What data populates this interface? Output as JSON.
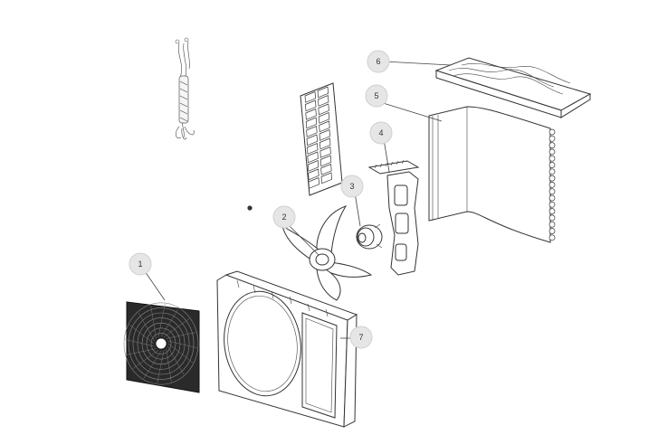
{
  "diagram": {
    "callouts": [
      {
        "id": "1",
        "label": "1"
      },
      {
        "id": "2",
        "label": "2"
      },
      {
        "id": "3",
        "label": "3"
      },
      {
        "id": "4",
        "label": "4"
      },
      {
        "id": "5",
        "label": "5"
      },
      {
        "id": "6",
        "label": "6"
      },
      {
        "id": "7",
        "label": "7"
      }
    ],
    "colors": {
      "callout_fill": "#e6e6e6",
      "line": "#333333",
      "grille": "#2a2a2a",
      "background": "#ffffff"
    }
  }
}
